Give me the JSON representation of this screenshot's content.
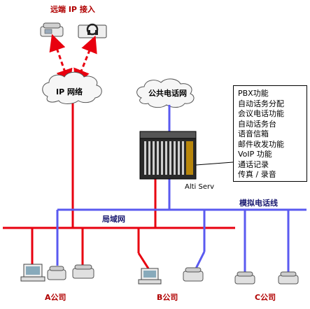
{
  "labels": {
    "remote_ip": "远端 IP 接入",
    "ip_network": "IP 网络",
    "pstn": "公共电话网",
    "server": "Alti Serv",
    "analog_line": "模拟电话线",
    "lan": "局域网",
    "company_a": "A公司",
    "company_b": "B公司",
    "company_c": "C公司"
  },
  "features": [
    "PBX功能",
    "自动话务分配",
    "会议电话功能",
    "自动话务台",
    "语音信箱",
    "邮件收发功能",
    "VoIP 功能",
    "通话记录",
    "传真 / 录音"
  ],
  "colors": {
    "lan_line": "#e8000f",
    "phone_line": "#5a5af0",
    "ip_link_arrows": "#e8000f",
    "cloud_fill": "#f6f6f6"
  }
}
